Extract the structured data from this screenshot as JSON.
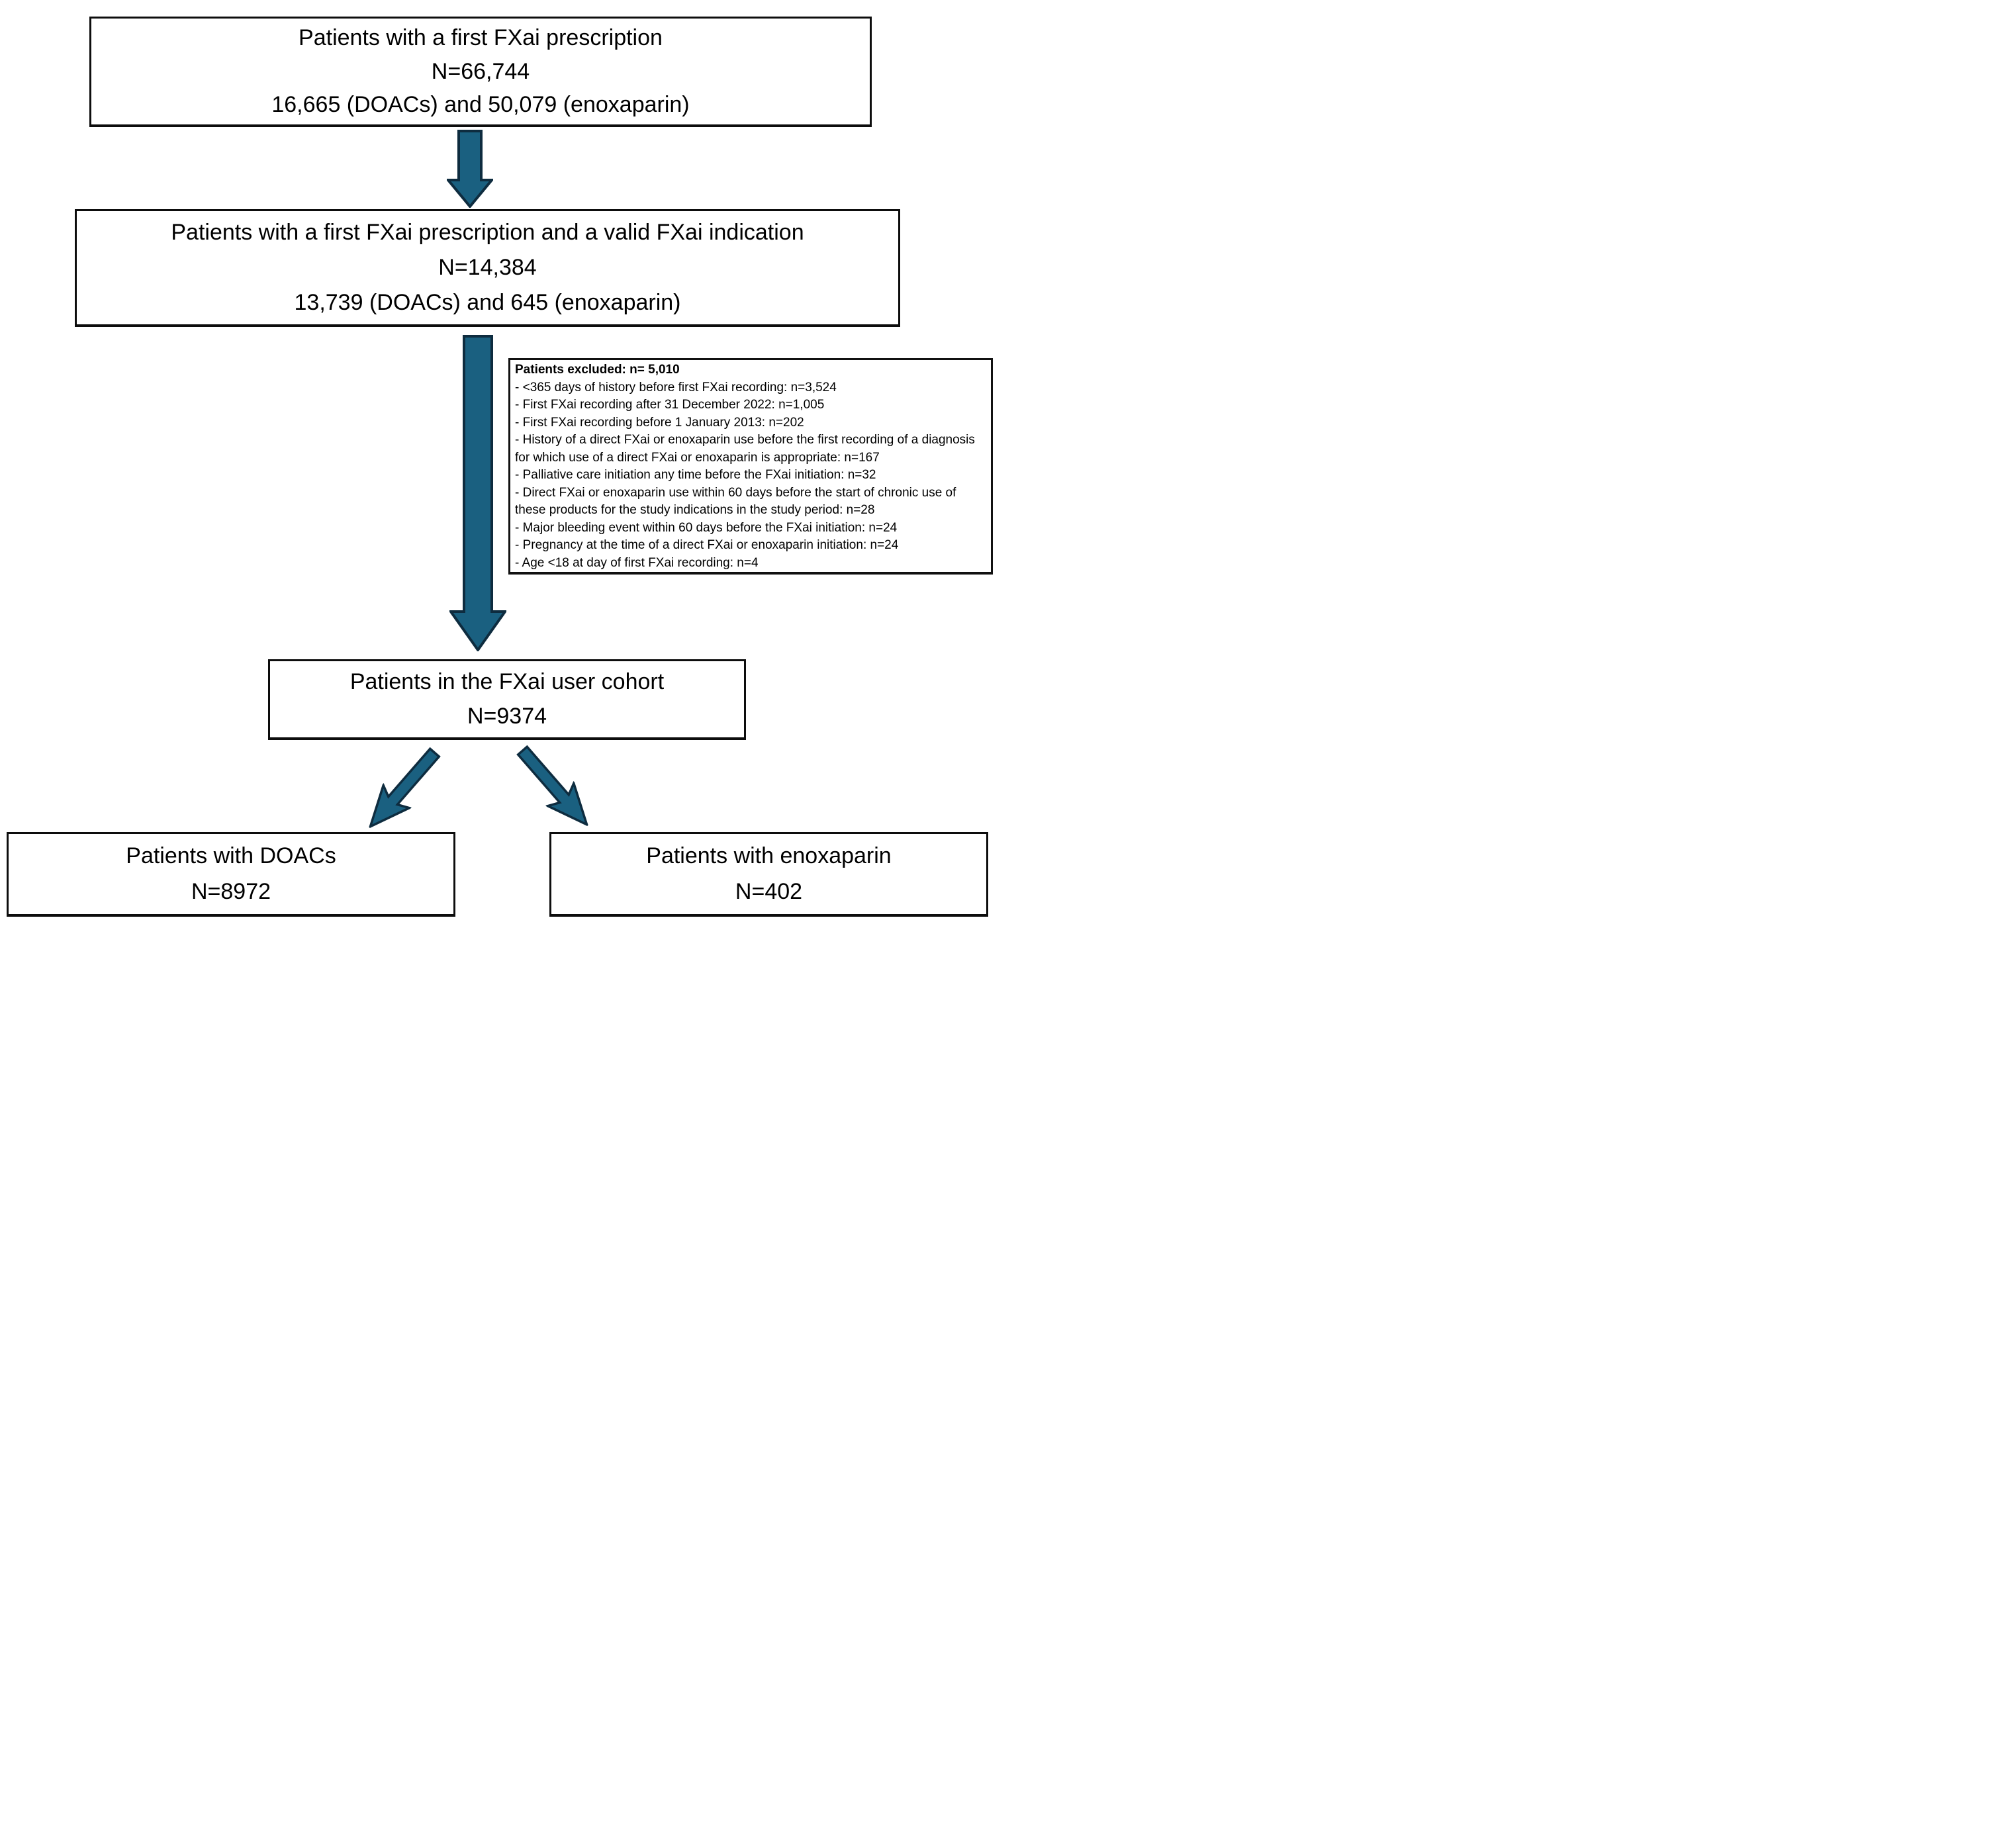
{
  "figure": {
    "boxes": {
      "first_prescription": {
        "title": "Patients with a first FXai prescription",
        "n": "N=66,744",
        "detail": "16,665 (DOACs) and 50,079 (enoxaparin)"
      },
      "valid_indication": {
        "title": "Patients with a first FXai prescription and a valid FXai indication",
        "n": "N=14,384",
        "detail": "13,739 (DOACs) and 645 (enoxaparin)"
      },
      "excluded": {
        "header": "Patients excluded: n= 5,010",
        "items": [
          "- <365 days of history before first FXai recording: n=3,524",
          "- First FXai recording after 31 December 2022: n=1,005",
          "-  First FXai recording before 1 January 2013: n=202",
          "- History of a direct FXai or enoxaparin use before the first recording of a diagnosis for which use of a direct FXai or enoxaparin is appropriate: n=167",
          "- Palliative care initiation any time before the FXai initiation: n=32",
          "- Direct FXai or enoxaparin use within 60 days before the start of chronic use of these products for the study indications in the study period: n=28",
          "- Major bleeding event within 60 days before the FXai initiation: n=24",
          "- Pregnancy at the time of a direct FXai or enoxaparin initiation: n=24",
          "- Age <18 at day of first FXai recording: n=4"
        ]
      },
      "user_cohort": {
        "title": "Patients in the FXai user cohort",
        "n": "N=9374"
      },
      "doacs": {
        "title": "Patients with DOACs",
        "n": "N=8972"
      },
      "enoxaparin": {
        "title": "Patients with enoxaparin",
        "n": "N=402"
      }
    },
    "colors": {
      "arrow_fill": "#1a6080",
      "arrow_outline": "#0e2c3f",
      "box_border": "#000000"
    }
  }
}
